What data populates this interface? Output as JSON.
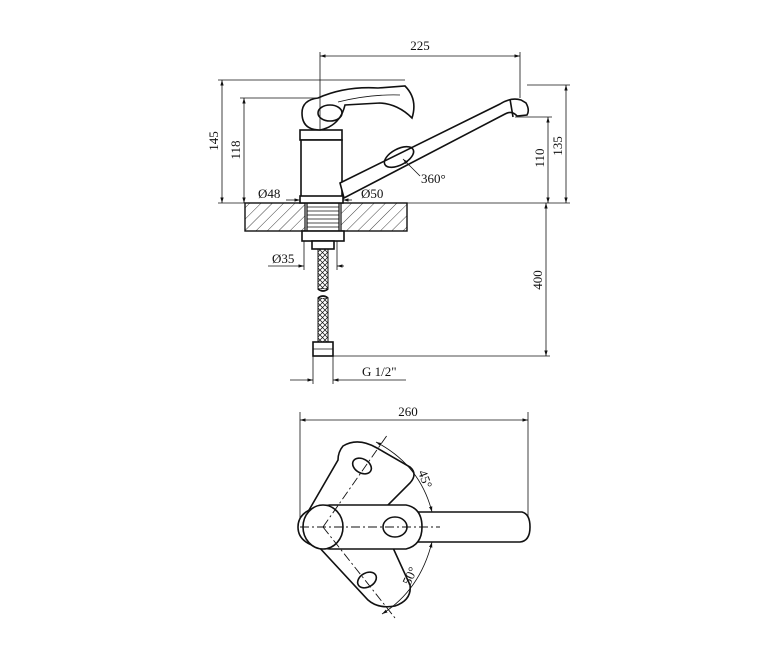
{
  "side_view": {
    "dim_width_top": "225",
    "dim_height_total": "145",
    "dim_height_body": "118",
    "dim_spout_height": "110",
    "dim_spout_total": "135",
    "dim_base_diam": "Ø48",
    "dim_flange_diam": "Ø50",
    "dim_rotation": "360°",
    "dim_shank_diam": "Ø35",
    "dim_hose_length": "400",
    "dim_thread": "G 1/2\""
  },
  "top_view": {
    "dim_overall_width": "260",
    "dim_angle_upper": "45°",
    "dim_angle_lower": "50°"
  }
}
